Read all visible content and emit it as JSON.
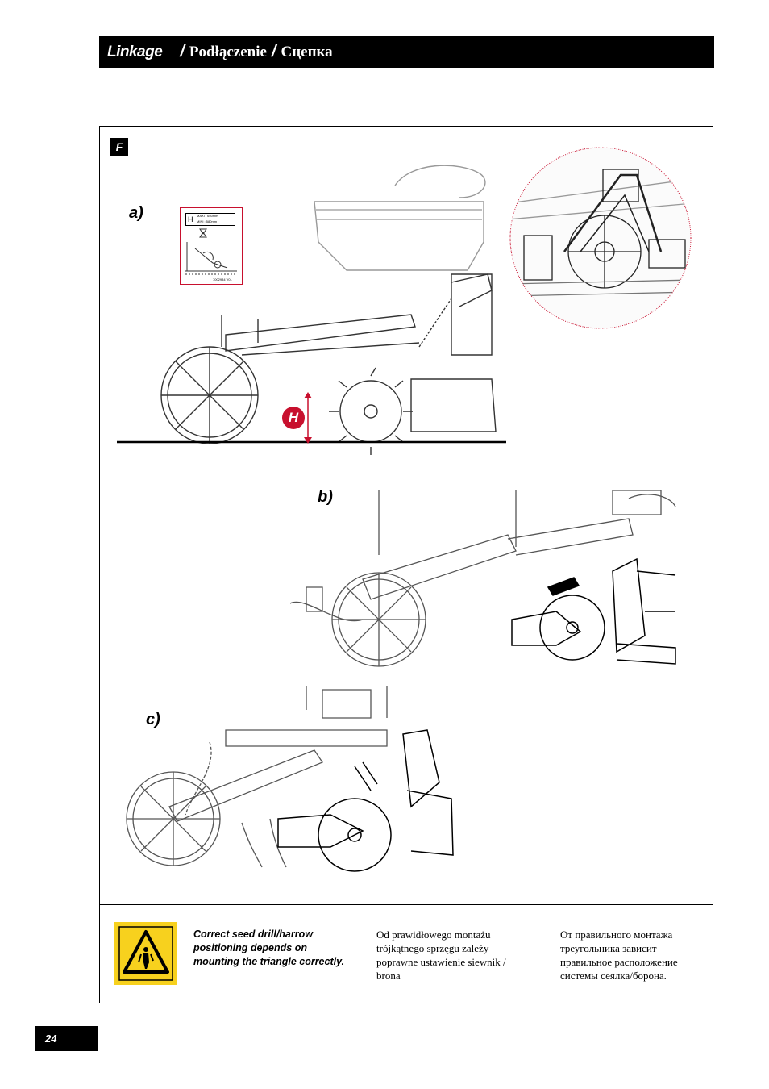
{
  "header": {
    "title_en": "Linkage",
    "separator": "/",
    "title_pl": "Podłączenie",
    "title_ru": "Сцепка"
  },
  "figure": {
    "badge": "F",
    "label_a": "a)",
    "label_b": "b)",
    "label_c": "c)",
    "height_marker": "H",
    "inset_h": "H",
    "inset_max": "MAXI : 650mm",
    "inset_mini": "MINI : 580mm",
    "inset_code": "7002984 V01"
  },
  "notes": {
    "en": "Correct seed drill/harrow positioning depends on mounting the triangle correctly.",
    "pl": "Od prawidłowego montażu trójkątnego sprzęgu zależy poprawne ustawienie siewnik / brona",
    "ru": "От правильного монтажа треугольника зависит правильное расположение системы сеялка/борона."
  },
  "page": {
    "number": "24"
  },
  "colors": {
    "accent_red": "#c8102e",
    "warning_yellow": "#f7d11e"
  },
  "icons": {
    "warning": "warning-triangle-icon"
  }
}
